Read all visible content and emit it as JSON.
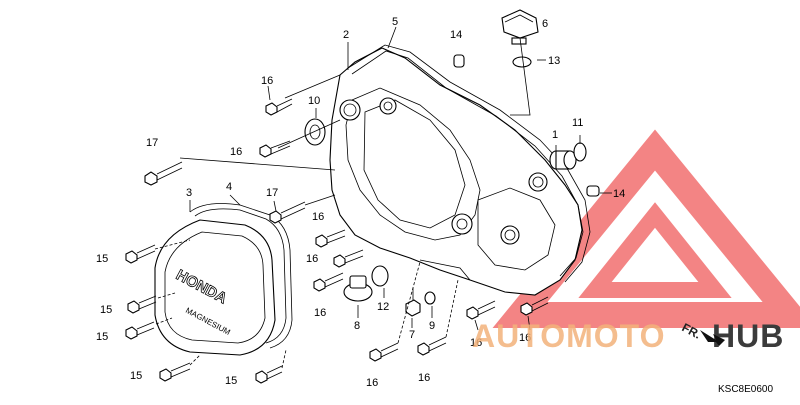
{
  "diagram": {
    "code": "KSC8E0600",
    "callouts": [
      {
        "id": "c-2",
        "text": "2"
      },
      {
        "id": "c-5",
        "text": "5"
      },
      {
        "id": "c-14a",
        "text": "14"
      },
      {
        "id": "c-6",
        "text": "6"
      },
      {
        "id": "c-13",
        "text": "13"
      },
      {
        "id": "c-16a",
        "text": "16"
      },
      {
        "id": "c-10",
        "text": "10"
      },
      {
        "id": "c-16b",
        "text": "16"
      },
      {
        "id": "c-17a",
        "text": "17"
      },
      {
        "id": "c-1",
        "text": "1"
      },
      {
        "id": "c-11",
        "text": "11"
      },
      {
        "id": "c-14b",
        "text": "14"
      },
      {
        "id": "c-3",
        "text": "3"
      },
      {
        "id": "c-4",
        "text": "4"
      },
      {
        "id": "c-17b",
        "text": "17"
      },
      {
        "id": "c-16c",
        "text": "16"
      },
      {
        "id": "c-15a",
        "text": "15"
      },
      {
        "id": "c-16d",
        "text": "16"
      },
      {
        "id": "c-15b",
        "text": "15"
      },
      {
        "id": "c-15c",
        "text": "15"
      },
      {
        "id": "c-16e",
        "text": "16"
      },
      {
        "id": "c-8",
        "text": "8"
      },
      {
        "id": "c-12",
        "text": "12"
      },
      {
        "id": "c-9",
        "text": "9"
      },
      {
        "id": "c-7",
        "text": "7"
      },
      {
        "id": "c-16f",
        "text": "16"
      },
      {
        "id": "c-16g",
        "text": "16"
      },
      {
        "id": "c-15d",
        "text": "15"
      },
      {
        "id": "c-15e",
        "text": "15"
      },
      {
        "id": "c-16h",
        "text": "16"
      },
      {
        "id": "c-16i",
        "text": "16"
      }
    ],
    "cover_text": {
      "brand": "HONDA",
      "sub": "MAGNESIUM"
    },
    "direction_label": "FR."
  },
  "watermark": {
    "word1": "AUTOMOTO",
    "word2": "HUB",
    "color1": "#f2b27a",
    "color2": "#3b3b3b",
    "logo_color": "#ef5b5b"
  }
}
